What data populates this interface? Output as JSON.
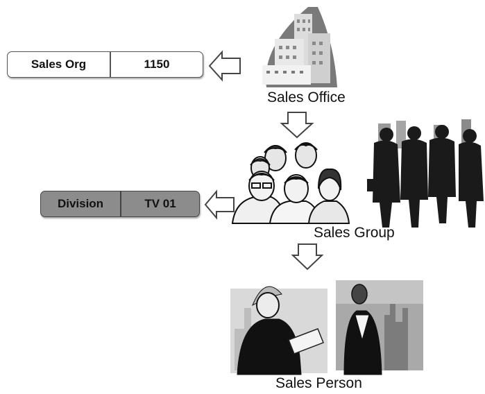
{
  "sales_org": {
    "label": "Sales Org",
    "value": "1150"
  },
  "division": {
    "label": "Division",
    "value": "TV 01"
  },
  "levels": {
    "sales_office": "Sales Office",
    "sales_group": "Sales Group",
    "sales_person": "Sales Person"
  },
  "icons": {
    "office": "office-building-icon",
    "group": "people-group-icon",
    "business": "business-people-icon",
    "person": "sales-person-icon",
    "arrow_left": "hollow-left-arrow-icon",
    "arrow_down": "hollow-down-arrow-icon"
  },
  "colors": {
    "grey_box": "#8c8c8c",
    "white_box": "#ffffff",
    "text": "#111111"
  }
}
